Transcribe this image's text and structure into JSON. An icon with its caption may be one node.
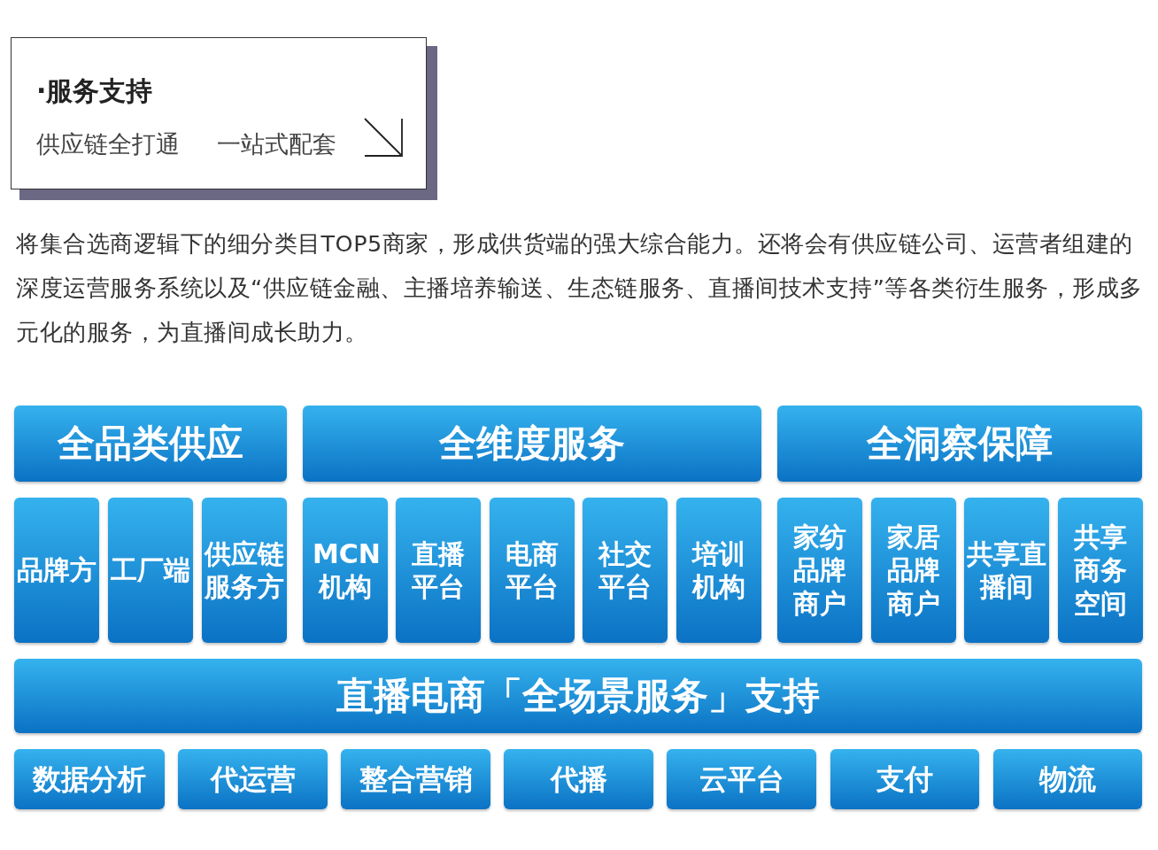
{
  "diagram": {
    "nodes": [
      {
        "text": [
          "·服务支持",
          "供应链全打通",
          "一站式配套"
        ]
      },
      {
        "text": [
          "全品类供应"
        ]
      },
      {
        "text": [
          "全维度服务"
        ]
      },
      {
        "text": [
          "全洞察保障"
        ]
      },
      {
        "text": [
          "品牌方"
        ]
      },
      {
        "text": [
          "工厂端"
        ]
      },
      {
        "text": [
          "供应链服务方"
        ]
      },
      {
        "text": [
          "MCN机构"
        ]
      },
      {
        "text": [
          "直播平台"
        ]
      },
      {
        "text": [
          "电商平台"
        ]
      },
      {
        "text": [
          "社交平台"
        ]
      },
      {
        "text": [
          "培训机构"
        ]
      },
      {
        "text": [
          "家纺品牌商户"
        ]
      },
      {
        "text": [
          "家居品牌商户"
        ]
      },
      {
        "text": [
          "共享直播间"
        ]
      },
      {
        "text": [
          "共享商务空间"
        ]
      },
      {
        "text": [
          "直播电商「全场景服务」支持"
        ]
      },
      {
        "text": [
          "数据分析"
        ]
      },
      {
        "text": [
          "代运营"
        ]
      },
      {
        "text": [
          "整合营销"
        ]
      },
      {
        "text": [
          "代播"
        ]
      },
      {
        "text": [
          "云平台"
        ]
      },
      {
        "text": [
          "支付"
        ]
      },
      {
        "text": [
          "物流"
        ]
      }
    ],
    "edges": [],
    "labels": [
      "将集合选商逻辑下的细分类目TOP5商家，形成供货端的强大综合能力。还将会有供应链公司、运营者组建的深度运营服务系统以及“供应链金融、主播培养输送、生态链服务、直播间技术支持”等各类衍生服务，形成多元化的服务，为直播间成长助力。"
    ]
  }
}
